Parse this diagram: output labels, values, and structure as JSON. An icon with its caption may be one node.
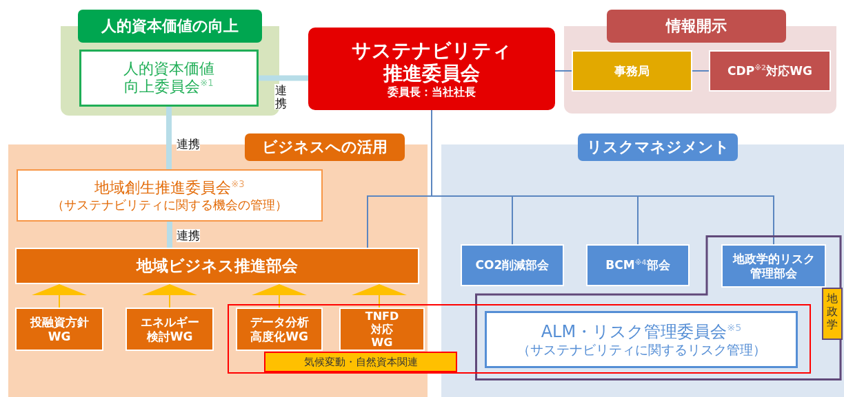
{
  "diagram": {
    "nodes": [
      {
        "text": [
          "人的資本価値の向上"
        ]
      },
      {
        "text": [
          "人的資本価値向上委員会$^{※1}$"
        ],
        "in": 0
      },
      {
        "text": [
          "サステナビリティ推進委員会",
          "委員長：当社社長"
        ]
      },
      {
        "text": [
          "情報開示"
        ]
      },
      {
        "text": [
          "事務局"
        ],
        "in": 3
      },
      {
        "text": [
          "CDP$^{※2}$対応WG"
        ],
        "in": 3
      },
      {
        "text": [
          "ビジネスへの活用"
        ]
      },
      {
        "text": [
          "地域創生推進委員会$^{※3}$",
          "（サステナビリティに関する機会の管理）"
        ],
        "in": 6
      },
      {
        "text": [
          "地域ビジネス推進部会"
        ],
        "in": 6
      },
      {
        "text": [
          "投融資方針WG"
        ],
        "in": 6
      },
      {
        "text": [
          "エネルギー検討WG"
        ],
        "in": 6
      },
      {
        "text": [
          "データ分析高度化WG"
        ]
      },
      {
        "text": [
          "TNFD対応WG"
        ]
      },
      {
        "text": [
          "リスクマネジメント"
        ]
      },
      {
        "text": [
          "CO2削減部会"
        ],
        "in": 13
      },
      {
        "text": [
          "BCM$^{※4}$部会"
        ],
        "in": 13
      },
      {
        "text": [
          "地政学"
        ],
        "in": 13
      },
      {
        "text": [
          "地政学的リスク管理部会"
        ],
        "in": 16
      },
      {
        "text": [
          "ALM・リスク管理委員会$^{※5}$",
          "（サステナビリティに関するリスク管理）"
        ]
      },
      {
        "text": [
          "気候変動・自然資本関連"
        ]
      }
    ],
    "edges": [
      {
        "from": 1,
        "to": 2,
        "arrow": "none",
        "label": "連携",
        "style": "thick",
        "color": "#b7dde8"
      },
      {
        "from": 1,
        "to": 7,
        "arrow": "none",
        "label": "連携",
        "style": "thick",
        "color": "#b7dde8"
      },
      {
        "from": 7,
        "to": 8,
        "arrow": "none",
        "label": "連携",
        "style": "thick",
        "color": "#b7dde8"
      },
      {
        "from": 2,
        "to": 4,
        "arrow": "none"
      },
      {
        "from": 4,
        "to": 5,
        "arrow": "none"
      },
      {
        "from": 2,
        "to": 8,
        "arrow": "none"
      },
      {
        "from": 2,
        "to": 14,
        "arrow": "none"
      },
      {
        "from": 2,
        "to": 15,
        "arrow": "none"
      },
      {
        "from": 2,
        "to": 17,
        "arrow": "none"
      },
      {
        "from": 9,
        "to": 8,
        "arrow": "to",
        "color": "#ffc000"
      },
      {
        "from": 10,
        "to": 8,
        "arrow": "to",
        "color": "#ffc000"
      },
      {
        "from": 11,
        "to": 8,
        "arrow": "to",
        "color": "#ffc000"
      },
      {
        "from": 12,
        "to": 8,
        "arrow": "to",
        "color": "#ffc000"
      }
    ]
  }
}
